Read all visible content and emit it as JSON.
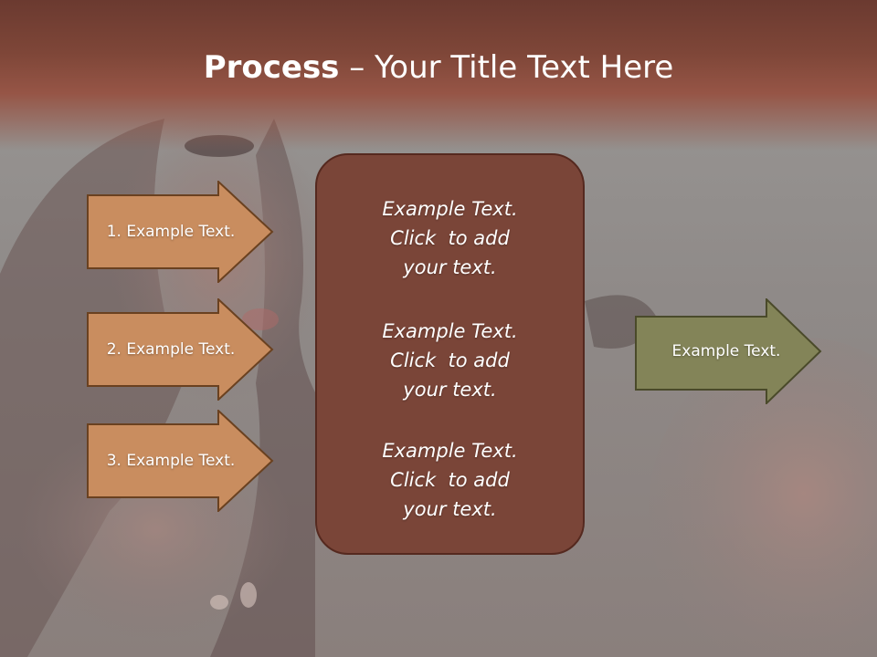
{
  "slide": {
    "title_bold": "Process",
    "title_rest": " – Your Title Text Here"
  },
  "steps": [
    {
      "label": "1. Example Text."
    },
    {
      "label": "2. Example Text."
    },
    {
      "label": "3. Example Text."
    }
  ],
  "center_blocks": [
    {
      "lines": [
        "Example Text.",
        "Click  to add",
        "your text."
      ]
    },
    {
      "lines": [
        "Example Text.",
        "Click  to add",
        "your text."
      ]
    },
    {
      "lines": [
        "Example Text.",
        "Click  to add",
        "your text."
      ]
    }
  ],
  "output": {
    "label": "Example Text."
  },
  "colors": {
    "header": "#7e4638",
    "step_arrow": "#c98d5f",
    "center_box": "#7a4538",
    "output_arrow": "#838458"
  }
}
